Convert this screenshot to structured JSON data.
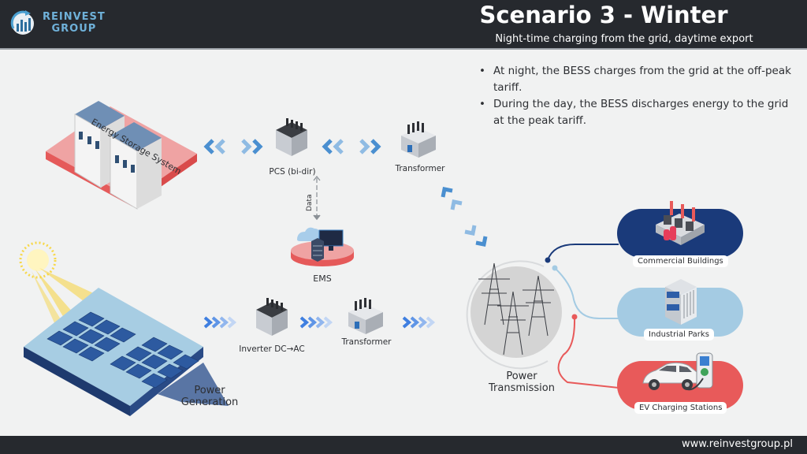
{
  "header": {
    "logo": {
      "line1": "REINVEST",
      "line2": "GROUP",
      "icon": "reinvest-logo-icon"
    },
    "title": "Scenario 3 - Winter",
    "subtitle": "Night-time charging from the grid, daytime export"
  },
  "bullets": [
    "At night, the BESS charges from the grid at the off-peak tariff.",
    "During the day, the BESS discharges energy to the grid at the peak tariff."
  ],
  "nodes": {
    "ess": {
      "label": "Energy Storage System",
      "icon": "battery-cabinets-icon"
    },
    "pcs": {
      "label": "PCS (bi-dir)",
      "icon": "inverter-icon"
    },
    "transformer_top": {
      "label": "Transformer",
      "icon": "transformer-icon"
    },
    "ems": {
      "label": "EMS",
      "icon": "ems-server-icon"
    },
    "data_link": {
      "label": "Data"
    },
    "inverter": {
      "label": "Inverter DC→AC",
      "icon": "inverter-icon"
    },
    "transformer_bottom": {
      "label": "Transformer",
      "icon": "transformer-icon"
    },
    "solar": {
      "label_line1": "Power",
      "label_line2": "Generation",
      "icon": "solar-panels-icon"
    },
    "transmission": {
      "label_line1": "Power",
      "label_line2": "Transmission",
      "icon": "power-pylons-icon"
    }
  },
  "consumers": [
    {
      "label": "Commercial Buildings",
      "color": "#1a3a7a",
      "icon": "factory-icon"
    },
    {
      "label": "Industrial Parks",
      "color": "#a4cbe3",
      "icon": "office-building-icon"
    },
    {
      "label": "EV Charging Stations",
      "color": "#e85a5a",
      "icon": "ev-charger-icon"
    }
  ],
  "colors": {
    "header_bg": "#26292e",
    "accent_blue": "#4a8fd0",
    "ess_platform": "#f0a0a0",
    "solar_platform": "#a7cde3"
  },
  "footer": {
    "url": "www.reinvestgroup.pl"
  }
}
